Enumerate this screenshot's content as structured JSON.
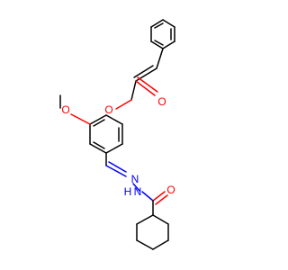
{
  "molecule": {
    "atoms": {
      "ester_carbonyl_o": "O",
      "ester_o": "O",
      "methoxy_o": "O",
      "hydrazone_n1": "N",
      "hydrazone_n2": "N",
      "hydrazone_nh": "H",
      "amide_o": "O"
    }
  },
  "colors": {
    "carbon_bond": "#000000",
    "oxygen": "#ff0000",
    "nitrogen": "#0000ff"
  }
}
